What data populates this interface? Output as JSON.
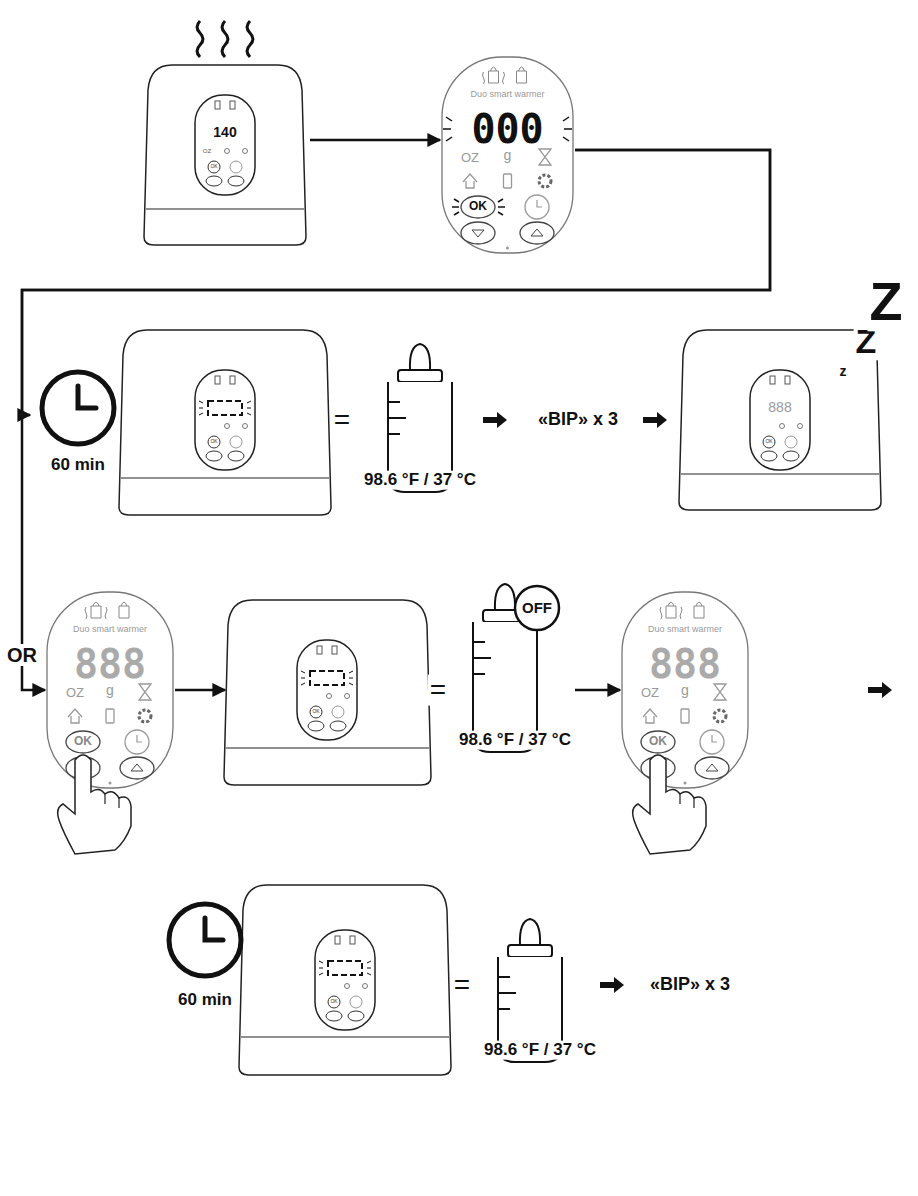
{
  "diagram": {
    "nodes": [
      {
        "text": [
          "140",
          "OZ",
          "OK"
        ]
      },
      {
        "text": [
          "Duo smart warmer",
          "000",
          "OZ",
          "g",
          "OK"
        ]
      },
      {
        "text": [
          "60 min",
          "OK"
        ]
      },
      {
        "text": [
          "98.6 °F / 37 °C"
        ]
      },
      {
        "text": [
          "888",
          "OK"
        ]
      },
      {
        "text": [
          "Duo smart warmer",
          "888",
          "OZ",
          "g",
          "OK"
        ]
      },
      {
        "text": [
          "OK"
        ]
      },
      {
        "text": [
          "OFF",
          "98.6 °F / 37 °C"
        ]
      },
      {
        "text": [
          "Duo smart warmer",
          "888",
          "OZ",
          "g",
          "OK"
        ]
      },
      {
        "text": [
          "60 min",
          "OK"
        ]
      },
      {
        "text": [
          "98.6 °F / 37 °C"
        ]
      }
    ],
    "edges": [
      {
        "from": 0,
        "to": 1,
        "arrow": "to"
      },
      {
        "from": 1,
        "to": 2,
        "arrow": "to"
      },
      {
        "from": 1,
        "to": 5,
        "arrow": "to"
      },
      {
        "from": 5,
        "to": 6,
        "arrow": "to"
      },
      {
        "from": 7,
        "to": 8,
        "arrow": "to"
      }
    ],
    "labels": [
      "=",
      "«BIP» x 3",
      "z",
      "Z",
      "Z",
      "OR",
      "=",
      "=",
      "«BIP» x 3"
    ]
  }
}
